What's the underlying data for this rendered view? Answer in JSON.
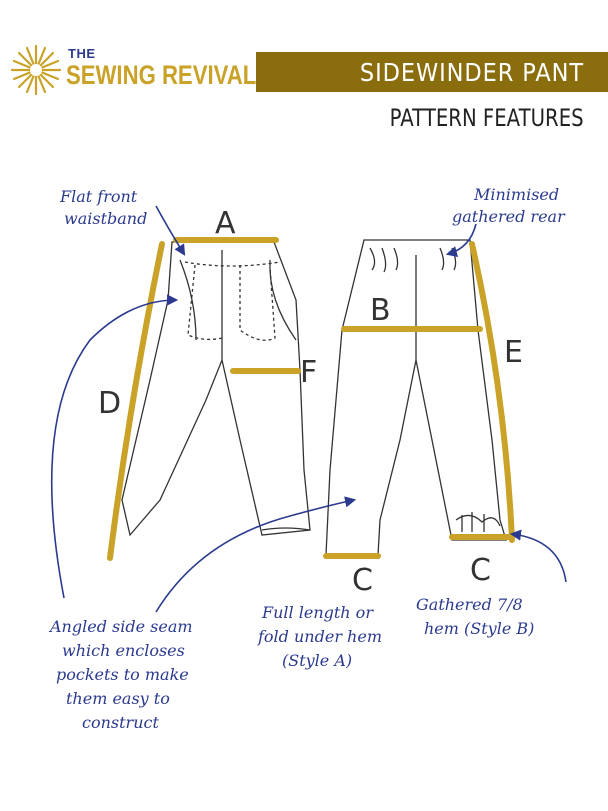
{
  "brand": {
    "the": "THE",
    "name": "SEWING REVIVAL"
  },
  "header": {
    "title": "SIDEWINDER PANT",
    "subtitle": "PATTERN FEATURES"
  },
  "labels": {
    "A": "A",
    "B": "B",
    "C_left": "C",
    "C_right": "C",
    "D": "D",
    "E": "E",
    "F": "F"
  },
  "callouts": {
    "flat_front": [
      "Flat front",
      "waistband"
    ],
    "minimised": [
      "Minimised",
      "gathered rear"
    ],
    "angled_seam": [
      "Angled side seam",
      "which encloses",
      "pockets to make",
      "them easy to",
      "construct"
    ],
    "full_length": [
      "Full length or",
      "fold under hem",
      "(Style A)"
    ],
    "gathered_hem": [
      "Gathered 7/8",
      "hem (Style B)"
    ]
  },
  "colors": {
    "gold": "#c9a227",
    "banner": "#8a6d0c",
    "navy": "#2b3a8f",
    "line": "#333333"
  }
}
